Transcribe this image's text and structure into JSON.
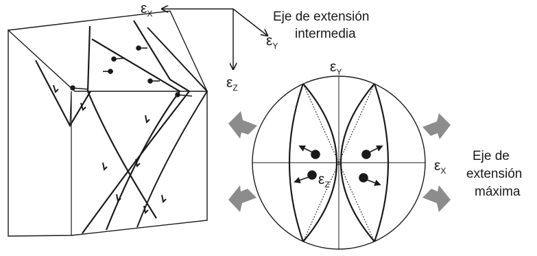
{
  "axes": {
    "ex_symbol": "ε",
    "ex_sub": "X",
    "ey_symbol": "ε",
    "ey_sub": "Y",
    "ez_symbol": "ε",
    "ez_sub": "Z"
  },
  "labels": {
    "intermediate_line1": "Eje de extensión",
    "intermediate_line2": "intermedia",
    "max_line1": "Eje de",
    "max_line2": "extensión",
    "max_line3": "máxima"
  },
  "colors": {
    "ink": "#1a1a1a",
    "arrow_gray": "#8c8c8c",
    "background": "#ffffff"
  }
}
